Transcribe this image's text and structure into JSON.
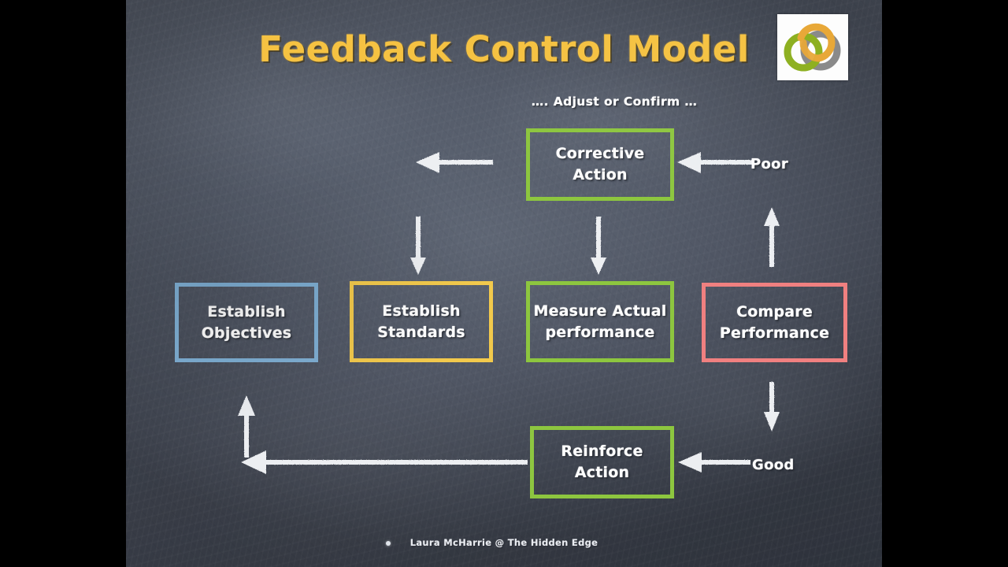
{
  "title": "Feedback Control Model",
  "logo": {
    "name": "three-interlocking-rings-logo",
    "ring_colors": [
      "#E8A838",
      "#8DB020",
      "#8A8A8A"
    ],
    "background": "#FDFDFD"
  },
  "diagram": {
    "caption": "…. Adjust or Confirm …",
    "boxes": [
      {
        "id": "corrective",
        "label_line1": "Corrective",
        "label_line2": "Action",
        "border_color": "#8DC63F"
      },
      {
        "id": "objectives",
        "label_line1": "Establish",
        "label_line2": "Objectives",
        "border_color": "#7FAFD4"
      },
      {
        "id": "standards",
        "label_line1": "Establish",
        "label_line2": "Standards",
        "border_color": "#F2C94C"
      },
      {
        "id": "measure",
        "label_line1": "Measure Actual",
        "label_line2": "performance",
        "border_color": "#8DC63F"
      },
      {
        "id": "compare",
        "label_line1": "Compare",
        "label_line2": "Performance",
        "border_color": "#F08080"
      },
      {
        "id": "reinforce",
        "label_line1": "Reinforce",
        "label_line2": "Action",
        "border_color": "#8DC63F"
      }
    ],
    "edge_labels": {
      "poor": "Poor",
      "good": "Good"
    },
    "arrows": [
      {
        "id": "corrective-to-left",
        "direction": "left",
        "from": "corrective",
        "to": "standards-area"
      },
      {
        "id": "poor-to-corrective",
        "direction": "left",
        "from": "poor",
        "to": "corrective"
      },
      {
        "id": "left-down-to-standards",
        "direction": "down",
        "from": "corrective-branch",
        "to": "standards"
      },
      {
        "id": "corrective-to-measure",
        "direction": "down",
        "from": "corrective",
        "to": "measure"
      },
      {
        "id": "measure-to-compare-up",
        "direction": "up",
        "from": "measure-branch",
        "to": "poor"
      },
      {
        "id": "compare-to-good",
        "direction": "down",
        "from": "compare",
        "to": "good"
      },
      {
        "id": "good-to-reinforce",
        "direction": "left",
        "from": "good",
        "to": "reinforce"
      },
      {
        "id": "reinforce-to-left",
        "direction": "left",
        "from": "reinforce",
        "to": "objectives-branch"
      },
      {
        "id": "up-to-objectives",
        "direction": "up",
        "from": "bottom-line",
        "to": "objectives"
      }
    ]
  },
  "footer": {
    "credit": "Laura McHarrie @ The Hidden Edge",
    "dot": "bullet-dot"
  },
  "colors": {
    "board": "#545b69",
    "letterbox": "#000000",
    "title": "#F5C242",
    "chalk": "#FFFFFF"
  }
}
